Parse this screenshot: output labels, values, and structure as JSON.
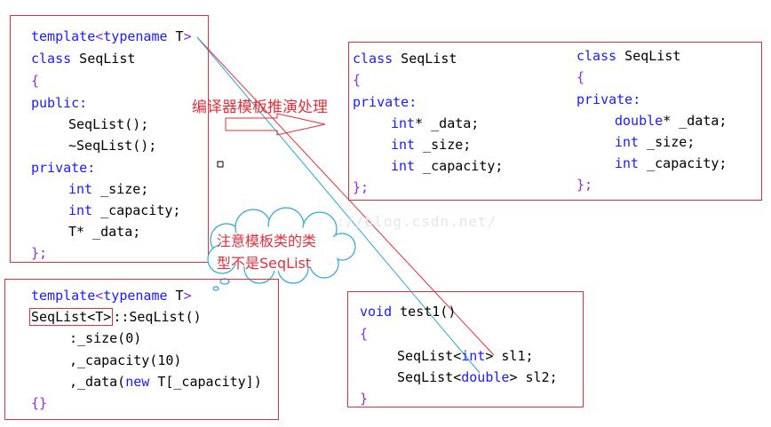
{
  "template_box": {
    "line1": {
      "kw": "template",
      "lt": "<",
      "tn": "typename",
      "t": " T",
      "gt": ">"
    },
    "line2": {
      "kw": "class",
      "name": " SeqList"
    },
    "line3": "{",
    "line4": "public:",
    "line5": "SeqList();",
    "line6": "~SeqList();",
    "line7": "private:",
    "line8": {
      "kw": "int",
      "rest": " _size;"
    },
    "line9": {
      "kw": "int",
      "rest": " _capacity;"
    },
    "line10": {
      "t": "T",
      "rest": "* _data;"
    },
    "line11": "};"
  },
  "int_box": {
    "line1": {
      "kw": "class",
      "name": " SeqList"
    },
    "line2": "{",
    "line3": "private:",
    "line4": {
      "kw": "int",
      "rest": "* _data;"
    },
    "line5": {
      "kw": "int",
      "rest": " _size;"
    },
    "line6": {
      "kw": "int",
      "rest": " _capacity;"
    },
    "line7": "};"
  },
  "double_box": {
    "line1": {
      "kw": "class",
      "name": " SeqList"
    },
    "line2": "{",
    "line3": "private:",
    "line4": {
      "kw": "double",
      "rest": "* _data;"
    },
    "line5": {
      "kw": "int",
      "rest": " _size;"
    },
    "line6": {
      "kw": "int",
      "rest": " _capacity;"
    },
    "line7": "};"
  },
  "ctor_box": {
    "line1": {
      "kw": "template",
      "lt": "<",
      "tn": "typename",
      "t": " T",
      "gt": ">"
    },
    "line2": {
      "hl": "SeqList<T>",
      "rest": "::SeqList()"
    },
    "line3": ":_size(0)",
    "line4": ",_capacity(10)",
    "line5": {
      "pre": ",_data(",
      "kw": "new",
      "rest": " T[_capacity])"
    },
    "line6": "{}"
  },
  "test_box": {
    "line1": {
      "kw": "void",
      "rest": " test1()"
    },
    "line2": "{",
    "line3": {
      "pre": "SeqList<",
      "kw": "int",
      "rest": "> sl1;"
    },
    "line4": {
      "pre": "SeqList<",
      "kw": "double",
      "rest": "> sl2;"
    },
    "line5": "}"
  },
  "arrow_label": "编译器模板推演处理",
  "cloud_text": {
    "line1": "注意模板类的类",
    "line2": "型不是SeqList"
  },
  "watermark": "http://blog.csdn.net/",
  "colors": {
    "keyword": "#1a1aff",
    "bracket": "#8a2be2",
    "annotation": "#e0303c",
    "connector_blue": "#2aa8d8"
  }
}
